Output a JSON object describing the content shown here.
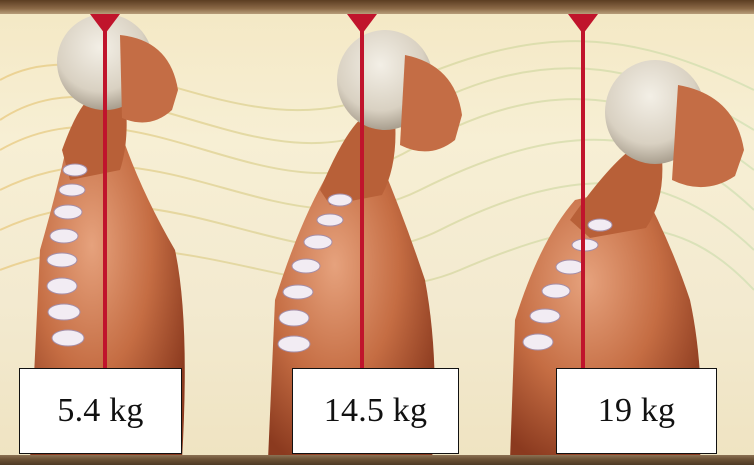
{
  "figures": [
    {
      "weight_label": "5.4 kg"
    },
    {
      "weight_label": "14.5 kg"
    },
    {
      "weight_label": "19 kg"
    }
  ],
  "colors": {
    "plumb_line": "#c0142c",
    "frame_border": "#6d5336",
    "label_background": "#ffffff",
    "label_text": "#111111"
  }
}
